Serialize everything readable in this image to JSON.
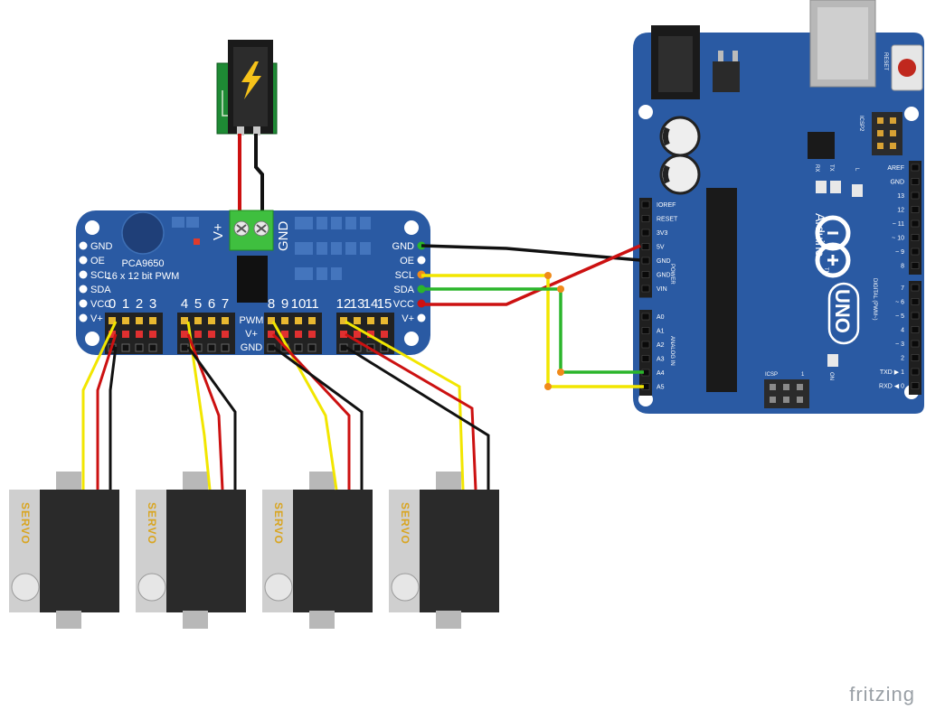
{
  "pca": {
    "name": "PCA9650",
    "subtitle": "16 x 12 bit PWM",
    "vplus": "V+",
    "gnd": "GND",
    "left_pins": [
      "GND",
      "OE",
      "SCL",
      "SDA",
      "VCC",
      "V+"
    ],
    "right_pins": [
      "GND",
      "OE",
      "SCL",
      "SDA",
      "VCC",
      "V+"
    ],
    "channel_labels": [
      "0",
      "1",
      "2",
      "3",
      "4",
      "5",
      "6",
      "7",
      "8",
      "9",
      "10",
      "11",
      "12",
      "13",
      "14",
      "15"
    ],
    "row_labels": [
      "PWM",
      "V+",
      "GND"
    ]
  },
  "arduino": {
    "brand": "Arduino",
    "model": "UNO",
    "tm": "TM",
    "reset": "RESET",
    "icsp": "ICSP",
    "icsp2": "ICSP2",
    "icsp_one": "1",
    "leds": [
      "RX",
      "TX",
      "L"
    ],
    "on_label": "ON",
    "power_header": [
      "IOREF",
      "RESET",
      "3V3",
      "5V",
      "GND",
      "GND",
      "VIN"
    ],
    "power_label": "POWER",
    "analog_header": [
      "A0",
      "A1",
      "A2",
      "A3",
      "A4",
      "A5"
    ],
    "analog_label": "ANALOG IN",
    "digital_top": [
      "AREF",
      "GND",
      "13",
      "12",
      "~ 11",
      "~ 10",
      "~ 9",
      "8"
    ],
    "digital_bottom": [
      "7",
      "~ 6",
      "~ 5",
      "4",
      "~ 3",
      "2",
      "TXD ▶ 1",
      "RXD ◀ 0"
    ],
    "digital_label": "DIGITAL (PWM~)"
  },
  "servos": [
    {
      "label": "SERVO"
    },
    {
      "label": "SERVO"
    },
    {
      "label": "SERVO"
    },
    {
      "label": "SERVO"
    }
  ],
  "watermark": "fritzing",
  "colors": {
    "board_blue": "#2a5aa3",
    "wire_red": "#cc1111",
    "wire_black": "#111111",
    "wire_yellow": "#f2e600",
    "wire_green": "#2bb52b",
    "terminal_green": "#3fbf3f",
    "servo_body": "#2a2a2a",
    "servo_label": "#d9a520",
    "watermark": "#9aa0a6"
  },
  "icons": {
    "power_jack": "lightning-bolt-icon",
    "arduino_logo": "infinity-icon"
  }
}
